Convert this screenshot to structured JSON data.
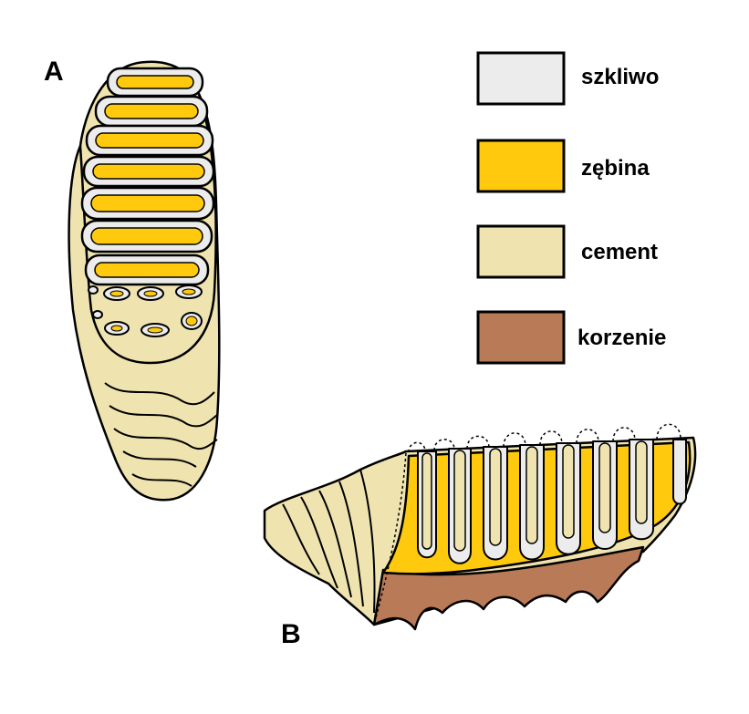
{
  "panels": {
    "a": "A",
    "b": "B"
  },
  "legend": [
    {
      "label": "szkliwo",
      "color": "#ececec"
    },
    {
      "label": "zębina",
      "color": "#ffc90e"
    },
    {
      "label": "cement",
      "color": "#efe4b0"
    },
    {
      "label": "korzenie",
      "color": "#b97a57"
    }
  ]
}
